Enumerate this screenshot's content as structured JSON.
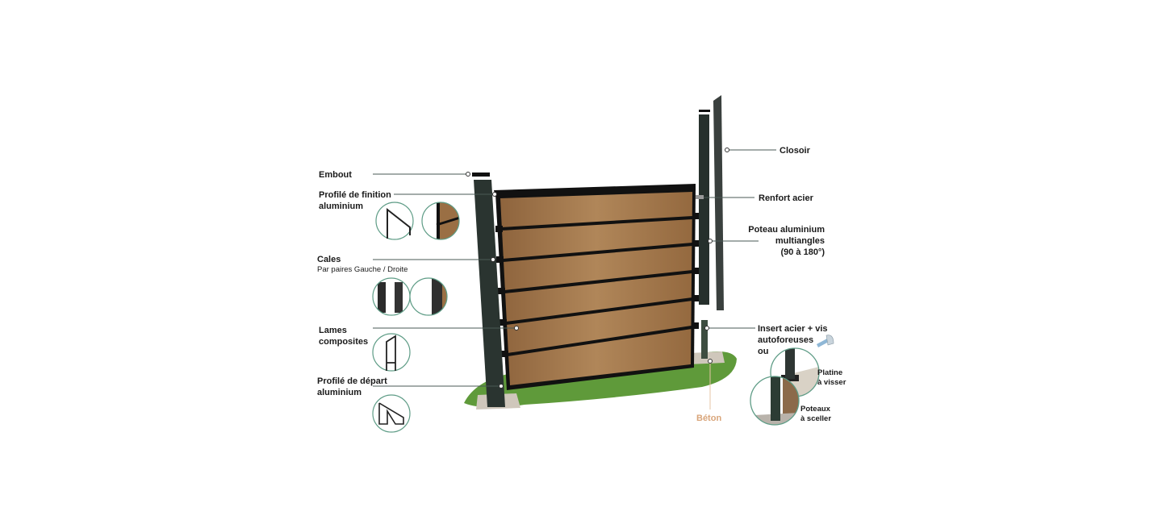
{
  "labels": {
    "embout": "Embout",
    "profile_finition_1": "Profilé de finition",
    "profile_finition_2": "aluminium",
    "cales": "Cales",
    "cales_sub": "Par paires Gauche / Droite",
    "lames_1": "Lames",
    "lames_2": "composites",
    "profile_depart_1": "Profilé de départ",
    "profile_depart_2": "aluminium",
    "closoir": "Closoir",
    "renfort": "Renfort acier",
    "poteau_1": "Poteau aluminium",
    "poteau_2": "multiangles",
    "poteau_3": "(90 à 180°)",
    "insert_1": "Insert acier + vis",
    "insert_2": "autoforeuses",
    "insert_3": "ou",
    "platine_1": "Platine",
    "platine_2": "à visser",
    "sceller_1": "Poteaux",
    "sceller_2": "à sceller",
    "beton": "Béton"
  },
  "colors": {
    "wood": "#a57a4e",
    "frame": "#111111",
    "post": "#2a3430",
    "ring": "#5e9c86",
    "beton_label": "#d9a57a",
    "grass": "#5f9a3a"
  }
}
